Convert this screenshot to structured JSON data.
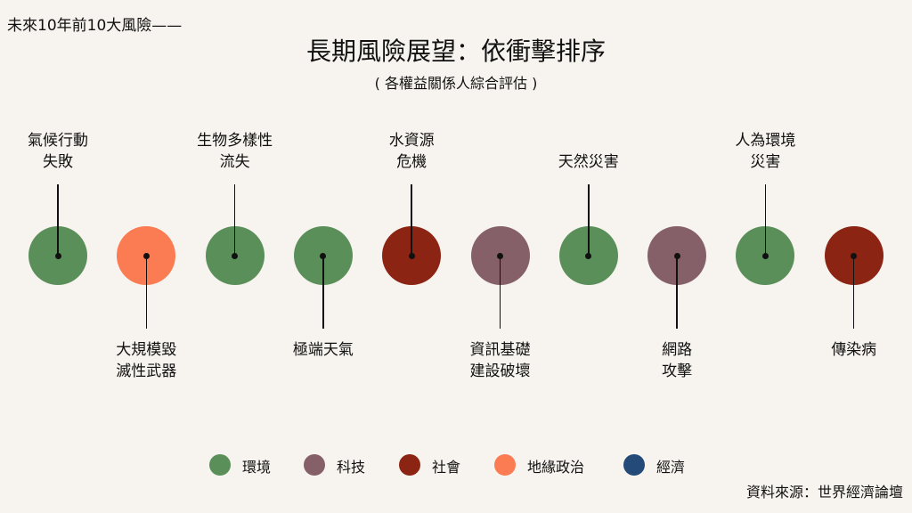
{
  "header": {
    "corner_text": "未來10年前10大風險——",
    "title": "長期風險展望：依衝擊排序",
    "subtitle": "( 各權益關係人綜合評估 )"
  },
  "colors": {
    "environment": "#5a8f5a",
    "technology": "#856068",
    "society": "#8c2413",
    "geopolitics": "#fb7b52",
    "economy": "#244a7a"
  },
  "risks": [
    {
      "rank": 1,
      "label_lines": [
        "氣候行動",
        "失敗"
      ],
      "category": "environment"
    },
    {
      "rank": 2,
      "label_lines": [
        "大規模毀",
        "滅性武器"
      ],
      "category": "geopolitics"
    },
    {
      "rank": 3,
      "label_lines": [
        "生物多樣性",
        "流失"
      ],
      "category": "environment"
    },
    {
      "rank": 4,
      "label_lines": [
        "極端天氣"
      ],
      "category": "environment"
    },
    {
      "rank": 5,
      "label_lines": [
        "水資源",
        "危機"
      ],
      "category": "society"
    },
    {
      "rank": 6,
      "label_lines": [
        "資訊基礎",
        "建設破壞"
      ],
      "category": "technology"
    },
    {
      "rank": 7,
      "label_lines": [
        "天然災害"
      ],
      "category": "environment"
    },
    {
      "rank": 8,
      "label_lines": [
        "網路",
        "攻擊"
      ],
      "category": "technology"
    },
    {
      "rank": 9,
      "label_lines": [
        "人為環境",
        "災害"
      ],
      "category": "environment"
    },
    {
      "rank": 10,
      "label_lines": [
        "傳染病"
      ],
      "category": "society"
    }
  ],
  "legend": [
    {
      "key": "environment",
      "label": "環境"
    },
    {
      "key": "technology",
      "label": "科技"
    },
    {
      "key": "society",
      "label": "社會"
    },
    {
      "key": "geopolitics",
      "label": "地緣政治"
    },
    {
      "key": "economy",
      "label": "經濟"
    }
  ],
  "footer": {
    "source": "資料來源：世界經濟論壇"
  }
}
